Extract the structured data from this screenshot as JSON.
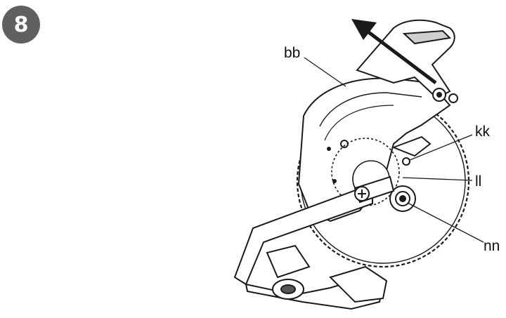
{
  "step": {
    "number": "8"
  },
  "callouts": {
    "bb": "bb",
    "kk": "kk",
    "ll": "ll",
    "nn": "nn"
  },
  "colors": {
    "badge": "#5f6062",
    "line": "#1a1a1a"
  },
  "icons": [
    "lift-arrow-icon"
  ]
}
